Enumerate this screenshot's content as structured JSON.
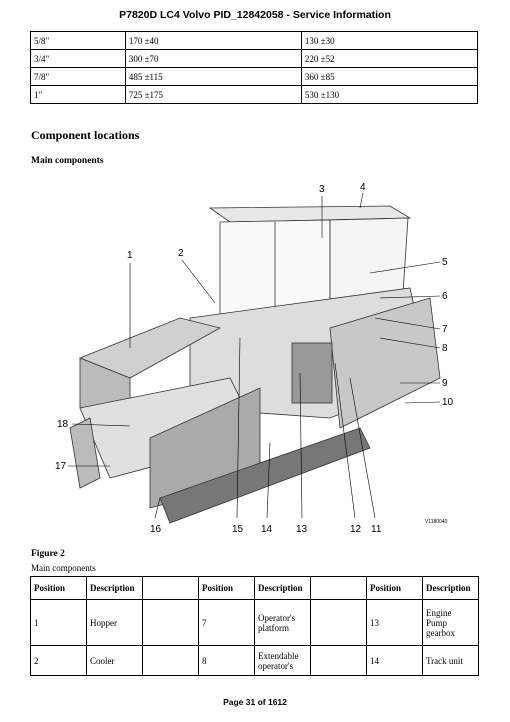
{
  "header": "P7820D LC4 Volvo PID_12842058 - Service Information",
  "size_table": [
    [
      "5/8\"",
      "170 ±40",
      "130 ±30"
    ],
    [
      "3/4\"",
      "300 ±70",
      "220 ±52"
    ],
    [
      "7/8\"",
      "485 ±115",
      "360 ±85"
    ],
    [
      "1\"",
      "725 ±175",
      "530 ±130"
    ]
  ],
  "section_title": "Component locations",
  "subsection_title": "Main components",
  "figure": {
    "callouts": [
      "1",
      "2",
      "3",
      "4",
      "5",
      "6",
      "7",
      "8",
      "9",
      "10",
      "11",
      "12",
      "13",
      "14",
      "15",
      "16",
      "17",
      "18"
    ],
    "image_id": "V1180040"
  },
  "figure_caption": "Figure 2",
  "figure_subcaption": "Main components",
  "components_table": {
    "headers": [
      "Position",
      "Description",
      "",
      "Position",
      "Description",
      "",
      "Position",
      "Description"
    ],
    "rows": [
      [
        "1",
        "Hopper",
        "",
        "7",
        "Operator's platform",
        "",
        "13",
        "Engine\nPump gearbox"
      ],
      [
        "2",
        "Cooler",
        "",
        "8",
        "Extendable operator's",
        "",
        "14",
        "Track unit"
      ]
    ]
  },
  "footer": "Page 31 of 1612"
}
